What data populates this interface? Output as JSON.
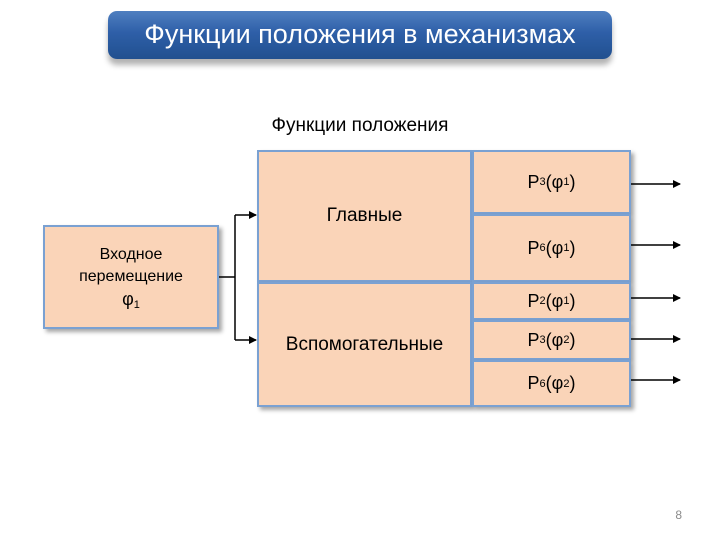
{
  "title": "Функции положения в механизмах",
  "diagram_title": "Функции положения",
  "input": {
    "line1": "Входное",
    "line2": "перемещение",
    "symbol": "φ",
    "subscript": "1"
  },
  "groups": {
    "main": "Главные",
    "auxiliary": "Вспомогательные"
  },
  "functions": [
    {
      "base": "P",
      "index": "3",
      "arg": "φ",
      "arg_index": "1"
    },
    {
      "base": "P",
      "index": "6",
      "arg": "φ",
      "arg_index": "1"
    },
    {
      "base": "P",
      "index": "2",
      "arg": "φ",
      "arg_index": "1"
    },
    {
      "base": "P",
      "index": "3",
      "arg": "φ",
      "arg_index": "2"
    },
    {
      "base": "P",
      "index": "6",
      "arg": "φ",
      "arg_index": "2"
    }
  ],
  "page_number": "8",
  "colors": {
    "box_fill": "#fad4b8",
    "box_border": "#7aa1d2",
    "banner": "#2e5fa8"
  }
}
